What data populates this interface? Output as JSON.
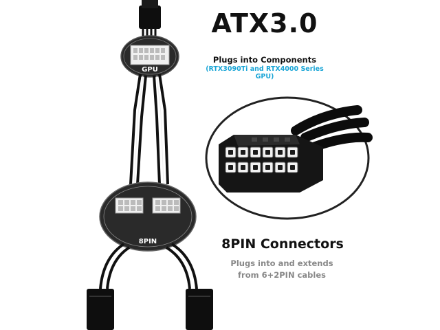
{
  "heading": {
    "title": "ATX3.0"
  },
  "components": {
    "plugs_label": "Plugs into Components",
    "models_label": "(RTX3090Ti and RTX4000 Series GPU)",
    "gpu_label": "GPU"
  },
  "connectors": {
    "heading": "8PIN Connectors",
    "line1": "Plugs into and extends",
    "line2": "from  6+2PIN cables",
    "badge_label": "8PIN"
  },
  "colors": {
    "accent": "#1aa5d6",
    "cable": "#111111",
    "disc": "#2a2a2a"
  }
}
